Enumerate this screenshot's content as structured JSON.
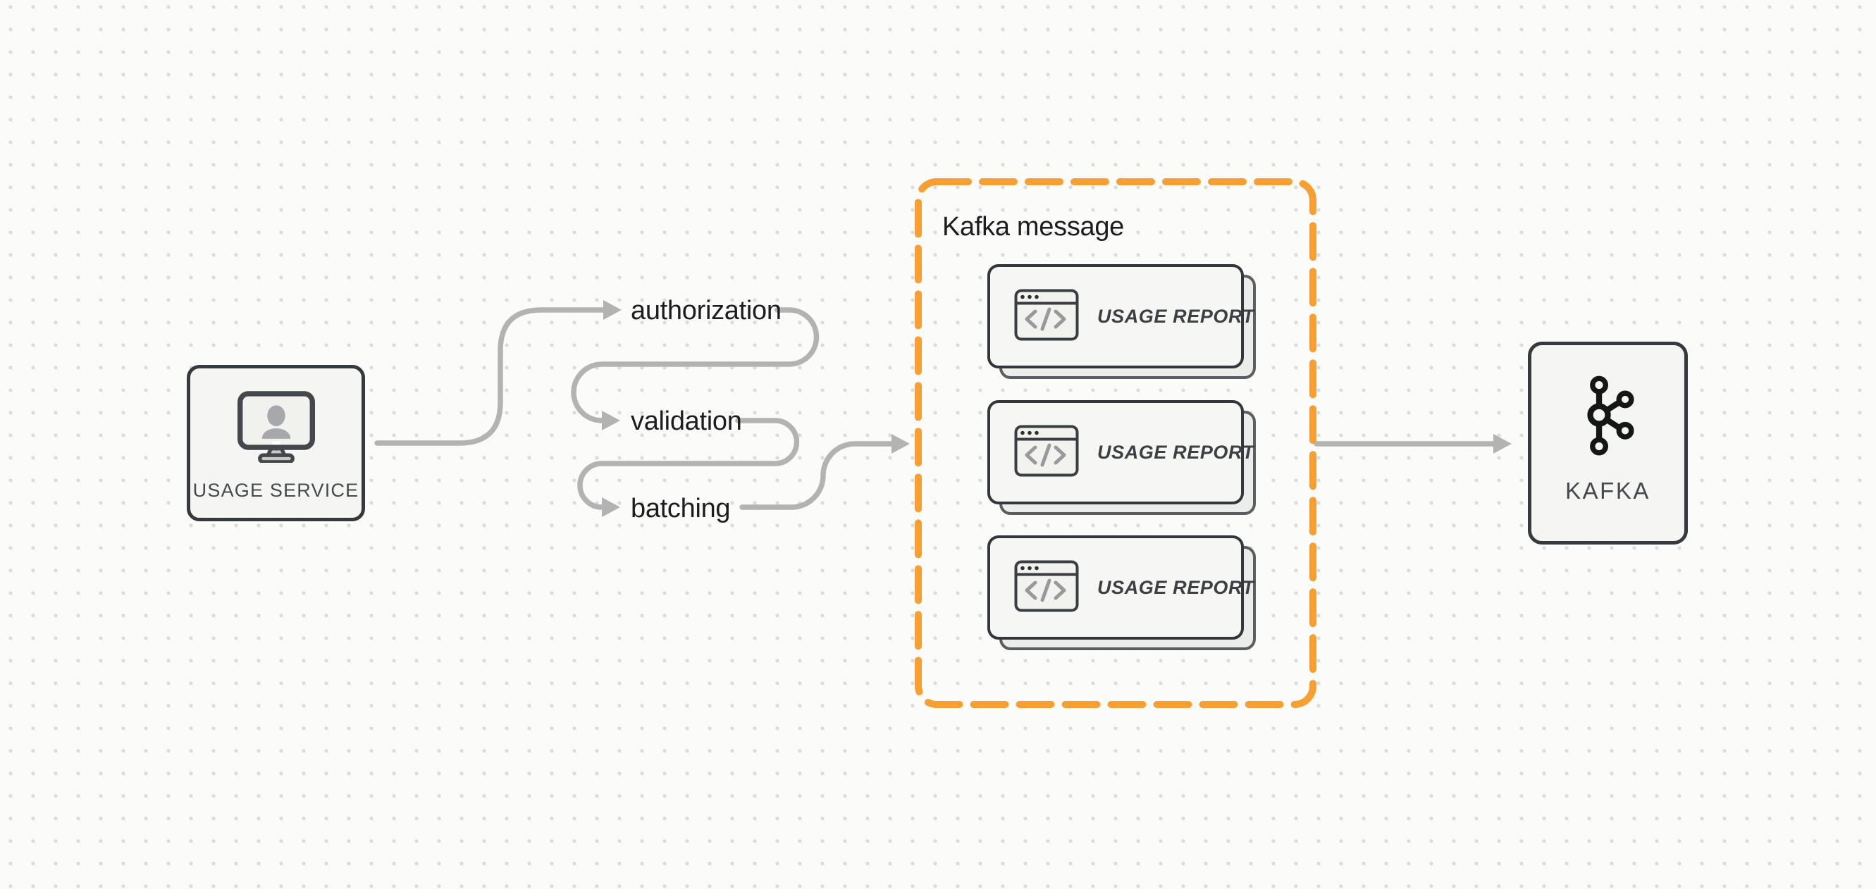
{
  "diagram": {
    "background": {
      "pattern": "dot-grid"
    },
    "nodes": {
      "usage_service": {
        "label": "USAGE SERVICE",
        "icon": "monitor-user-icon"
      },
      "kafka": {
        "label": "KAFKA",
        "icon": "kafka-logo-icon"
      }
    },
    "pipeline_steps": [
      {
        "label": "authorization"
      },
      {
        "label": "validation"
      },
      {
        "label": "batching"
      }
    ],
    "kafka_message_group": {
      "title": "Kafka message",
      "cards": [
        {
          "label": "USAGE REPORT",
          "icon": "code-window-icon"
        },
        {
          "label": "USAGE REPORT",
          "icon": "code-window-icon"
        },
        {
          "label": "USAGE REPORT",
          "icon": "code-window-icon"
        }
      ]
    },
    "colors": {
      "accent_orange": "#f89f33",
      "connector_gray": "#b3b3b3",
      "node_border": "#36393d",
      "node_fill": "#f5f6f3",
      "card_fill": "#f6f7f4",
      "text_dark": "#1c1d1f",
      "text_muted": "#45494d"
    }
  }
}
